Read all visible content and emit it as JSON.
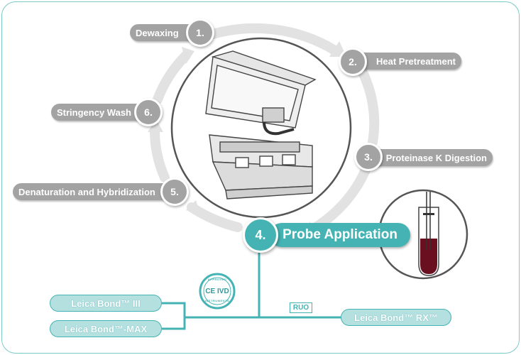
{
  "steps": [
    {
      "number": "1.",
      "label": "Dewaxing"
    },
    {
      "number": "2.",
      "label": "Heat Pretreatment"
    },
    {
      "number": "3.",
      "label": "Proteinase K Digestion"
    },
    {
      "number": "4.",
      "label": "Probe Application"
    },
    {
      "number": "5.",
      "label": "Denaturation and Hybridization"
    },
    {
      "number": "6.",
      "label": "Stringency Wash"
    }
  ],
  "badge": {
    "title": "CE IVD",
    "top_text": "APPROVED",
    "bottom_text": "INSTRUMENTS"
  },
  "ruo_label": "RUO",
  "instruments": [
    "Leica Bond™ III",
    "Leica Bond™-MAX",
    "Leica Bond™ RX™"
  ],
  "colors": {
    "teal": "#45b3b3",
    "light_teal": "#b4e0e0",
    "grey": "#a3a3a3",
    "arrow": "#e0e0e0"
  }
}
